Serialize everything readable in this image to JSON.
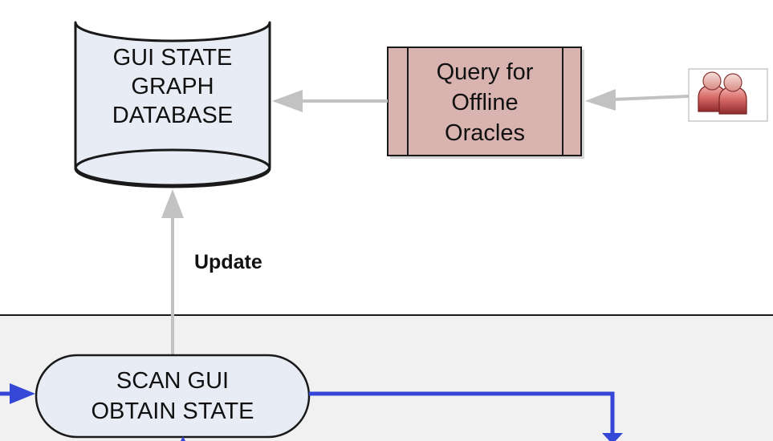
{
  "database": {
    "line1": "GUI STATE",
    "line2": "GRAPH",
    "line3": "DATABASE"
  },
  "query": {
    "line1": "Query for",
    "line2": "Offline",
    "line3": "Oracles"
  },
  "scan": {
    "line1": "SCAN GUI",
    "line2": "OBTAIN STATE"
  },
  "update_label": "Update",
  "users_icon": "users-icon",
  "colors": {
    "database_fill": "#e8ecf4",
    "query_fill": "#d9b3b0",
    "scan_fill": "#e8ecf4",
    "gray_arrow": "#c2c2c2",
    "blue_arrow": "#3547d6",
    "lower_panel": "#f1f1f1"
  }
}
